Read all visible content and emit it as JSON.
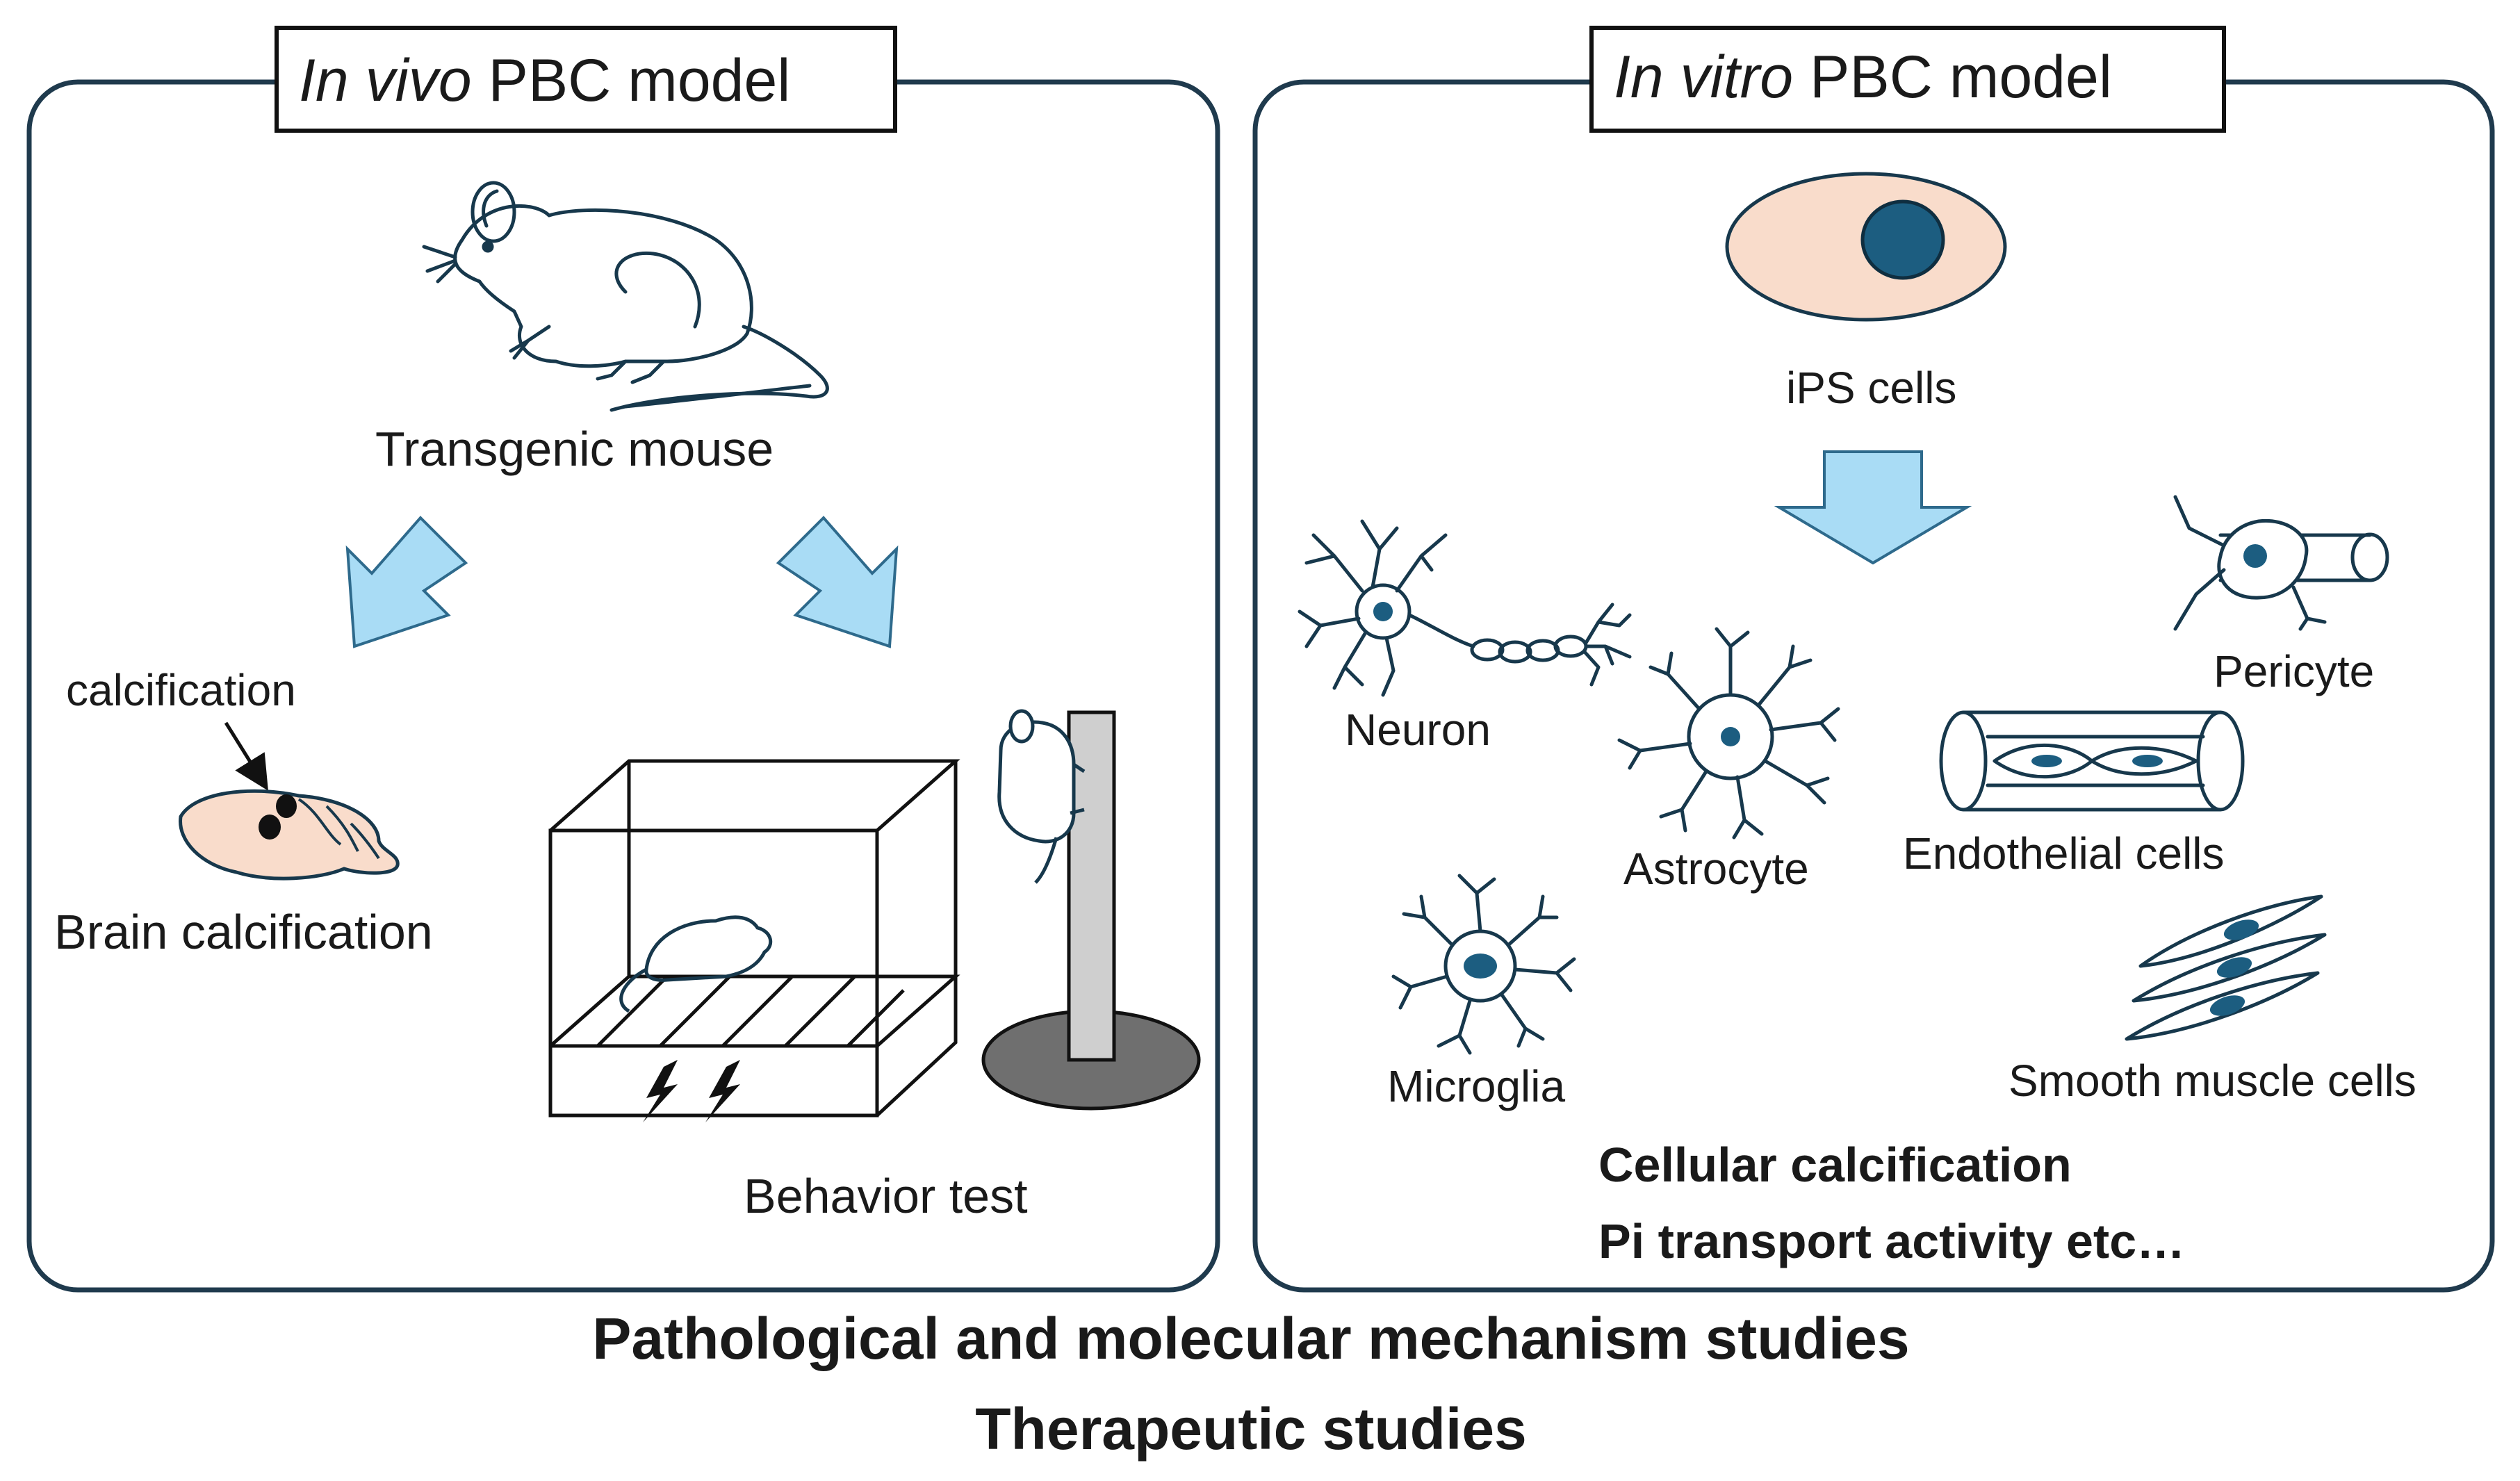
{
  "panels": {
    "in_vivo": {
      "title_italic": "In vivo",
      "title_rest": " PBC model",
      "labels": {
        "mouse": "Transgenic mouse",
        "calcification": "calcification",
        "brain": "Brain calcification",
        "behavior": "Behavior test"
      }
    },
    "in_vitro": {
      "title_italic": "In vitro",
      "title_rest": " PBC model",
      "labels": {
        "ips": "iPS cells",
        "neuron": "Neuron",
        "astrocyte": "Astrocyte",
        "pericyte": "Pericyte",
        "endothelial": "Endothelial cells",
        "microglia": "Microglia",
        "smooth_muscle": "Smooth muscle cells"
      },
      "bold_lines": [
        "Cellular calcification",
        "Pi transport activity etc…"
      ]
    }
  },
  "footer": {
    "line1": "Pathological and molecular mechanism studies",
    "line2": "Therapeutic studies"
  },
  "colors": {
    "frame": "#1f3a4d",
    "arrow_fill": "#a9dcf5",
    "arrow_stroke": "#2e6a8c",
    "cell_fill": "#f9dccb",
    "nucleus": "#1c5d80",
    "post": "#cfcfcf",
    "base": "#6f6f6f"
  },
  "icons": [
    "mouse-icon",
    "brain-icon",
    "cage-icon",
    "pole-test-icon",
    "ips-cell-icon",
    "neuron-icon",
    "astrocyte-icon",
    "pericyte-icon",
    "endothelial-icon",
    "microglia-icon",
    "smooth-muscle-icon",
    "down-arrow-icon"
  ]
}
